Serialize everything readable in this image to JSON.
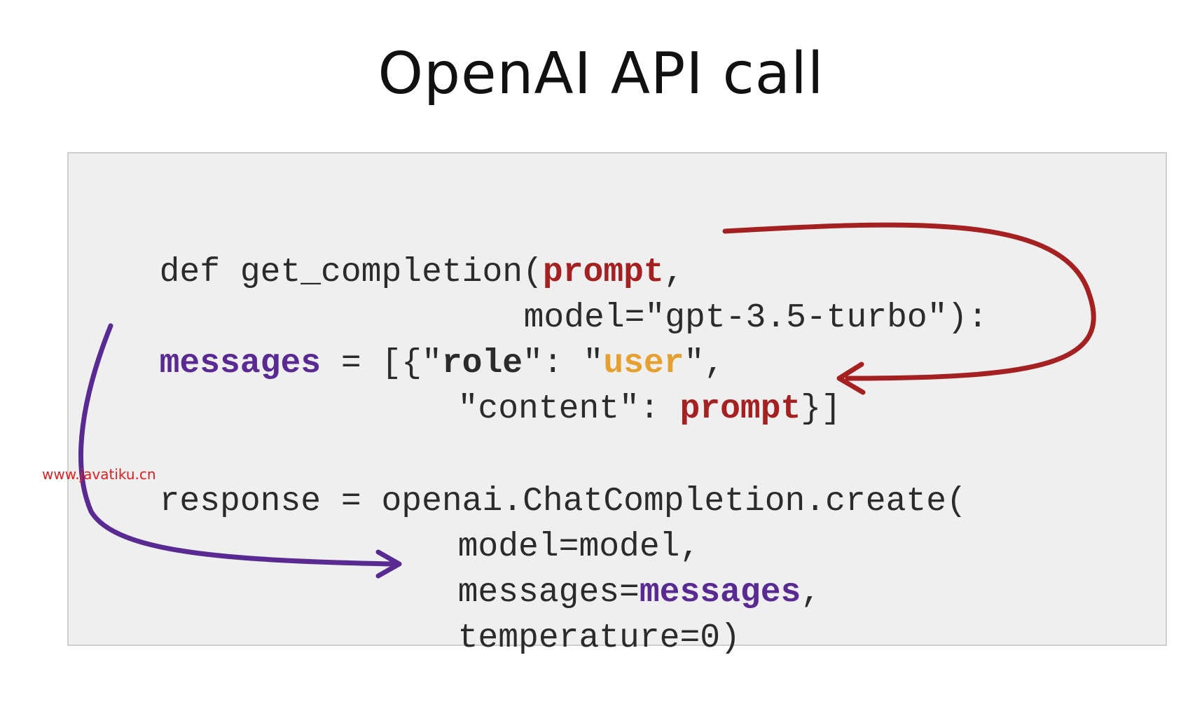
{
  "title": "OpenAI API call",
  "watermark": "www.javatiku.cn",
  "colors": {
    "prompt": "#a52020",
    "messages": "#5a2a93",
    "user": "#e6a030",
    "panel": "#efefef",
    "text": "#2b2b2b"
  },
  "code": {
    "line1": {
      "a": "def get_completion(",
      "b": "prompt",
      "c": ","
    },
    "line2": {
      "a": "model=\"gpt-3.5-turbo\"):"
    },
    "line3": {
      "a": "messages",
      "b": " = [{\"",
      "c": "role",
      "d": "\": \"",
      "e": "user",
      "f": "\","
    },
    "line4": {
      "a": "\"content\": ",
      "b": "prompt",
      "c": "}]"
    },
    "line5": {
      "a": "response = openai.ChatCompletion.create("
    },
    "line6": {
      "a": "model=model,"
    },
    "line7": {
      "a": "messages=",
      "b": "messages",
      "c": ","
    },
    "line8": {
      "a": "temperature=0)"
    }
  }
}
